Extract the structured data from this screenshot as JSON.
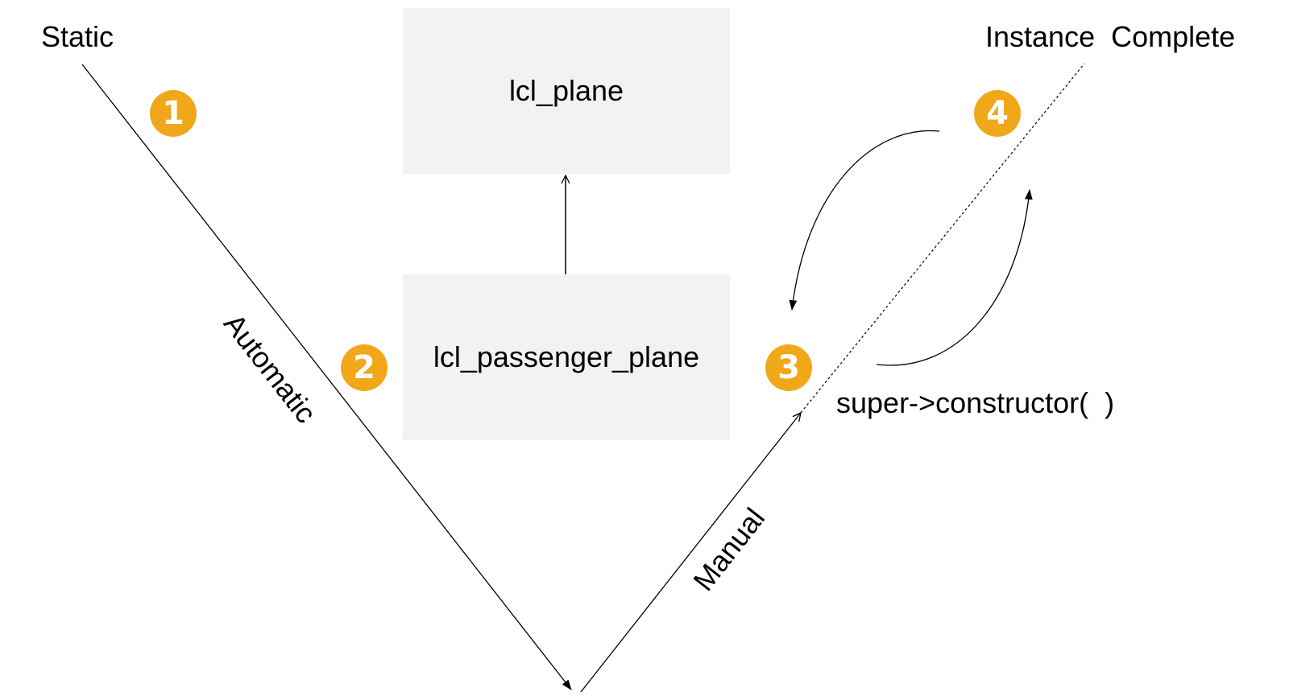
{
  "labels": {
    "static": "Static",
    "instance_complete": "Instance  Complete",
    "automatic": "Automatic",
    "manual": "Manual",
    "super_call": "super->constructor(  )"
  },
  "boxes": {
    "parent": "lcl_plane",
    "child": "lcl_passenger_plane"
  },
  "steps": [
    "1",
    "2",
    "3",
    "4"
  ],
  "colors": {
    "badge": "#f0a81a",
    "box_fill": "#f2f2f2",
    "line": "#000000"
  }
}
